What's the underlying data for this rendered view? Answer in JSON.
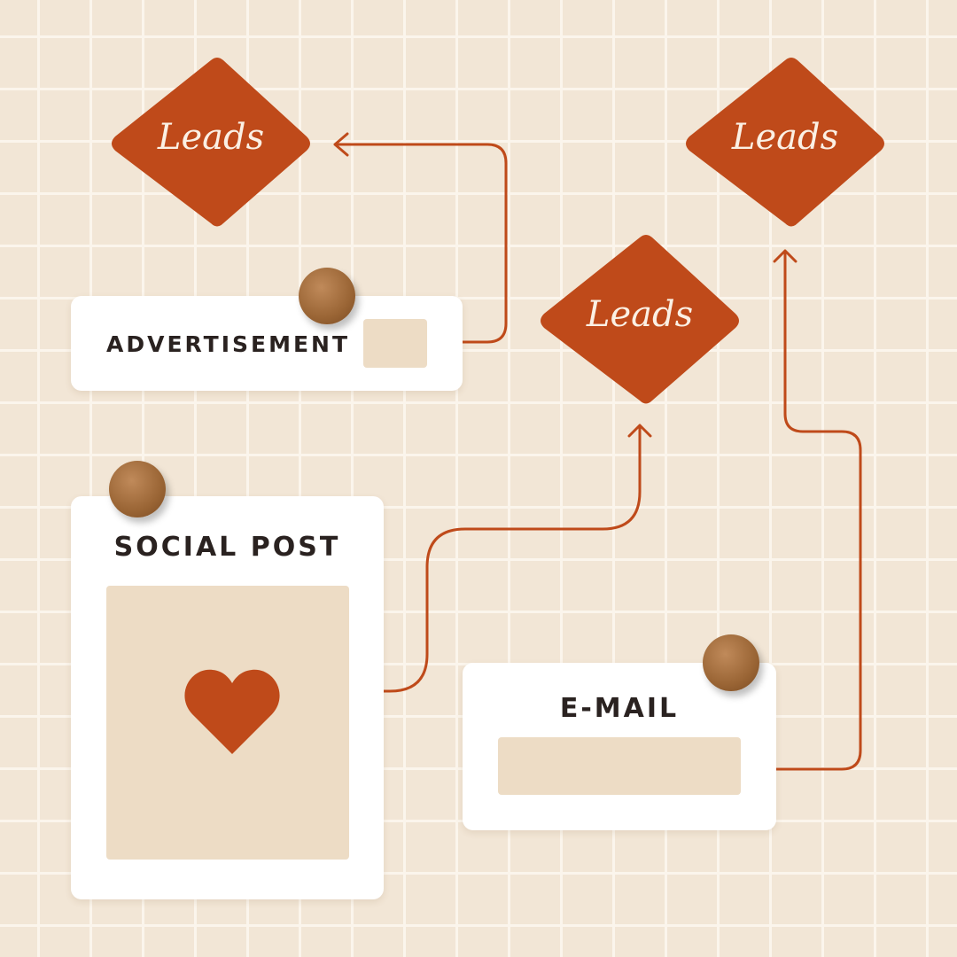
{
  "diamonds": [
    {
      "label": "Leads"
    },
    {
      "label": "Leads"
    },
    {
      "label": "Leads"
    }
  ],
  "cards": {
    "advertisement": {
      "title": "ADVERTISEMENT"
    },
    "social_post": {
      "title": "SOCIAL POST",
      "icon": "heart-icon"
    },
    "email": {
      "title": "E-MAIL"
    }
  },
  "colors": {
    "background": "#f2e6d6",
    "accent": "#bf4a1a",
    "placeholder": "#eddcc5",
    "text": "#2a2220"
  }
}
